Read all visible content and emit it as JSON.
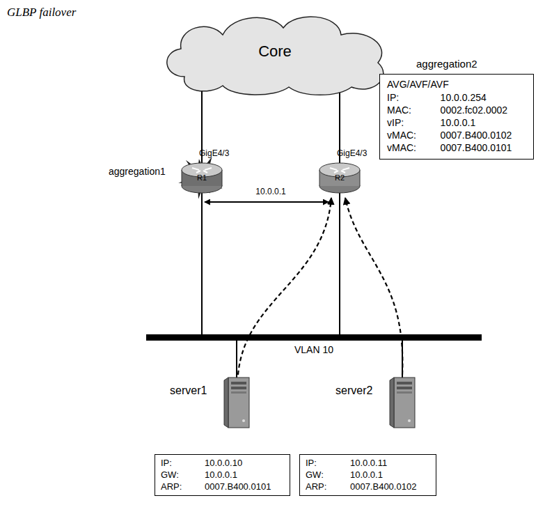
{
  "diagram": {
    "title": "GLBP failover",
    "nodes": [
      {
        "text": [
          "Core"
        ]
      },
      {
        "text": [
          "GigE4/3",
          "aggregation1",
          "R1"
        ]
      },
      {
        "text": [
          "GigE4/3",
          "R2"
        ]
      },
      {
        "text": [
          "aggregation2",
          "AVG/AVF/AVF",
          "IP:",
          "10.0.0.254",
          "MAC:",
          "0002.fc02.0002",
          "vIP:",
          "10.0.0.1",
          "vMAC:",
          "0007.B400.0102",
          "vMAC:",
          "0007.B400.0101"
        ]
      },
      {
        "text": [
          "VLAN 10"
        ]
      },
      {
        "text": [
          "server1"
        ]
      },
      {
        "text": [
          "server2"
        ]
      },
      {
        "text": [
          "IP:",
          "10.0.0.10",
          "GW:",
          "10.0.0.1",
          "ARP:",
          "0007.B400.0101"
        ]
      },
      {
        "text": [
          "IP:",
          "10.0.0.11",
          "GW:",
          "10.0.0.1",
          "ARP:",
          "0007.B400.0102"
        ]
      }
    ],
    "edges": [
      {
        "from": 0,
        "to": 1,
        "arrow": "none"
      },
      {
        "from": 0,
        "to": 2,
        "arrow": "none"
      },
      {
        "from": 1,
        "to": 2,
        "label": "10.0.0.1",
        "arrow": "both"
      },
      {
        "from": 1,
        "to": 4,
        "arrow": "none"
      },
      {
        "from": 2,
        "to": 4,
        "arrow": "none"
      },
      {
        "from": 5,
        "to": 4,
        "arrow": "none"
      },
      {
        "from": 6,
        "to": 4,
        "arrow": "none"
      },
      {
        "from": 5,
        "to": 2,
        "arrow": "to"
      },
      {
        "from": 6,
        "to": 2,
        "arrow": "to"
      }
    ]
  }
}
